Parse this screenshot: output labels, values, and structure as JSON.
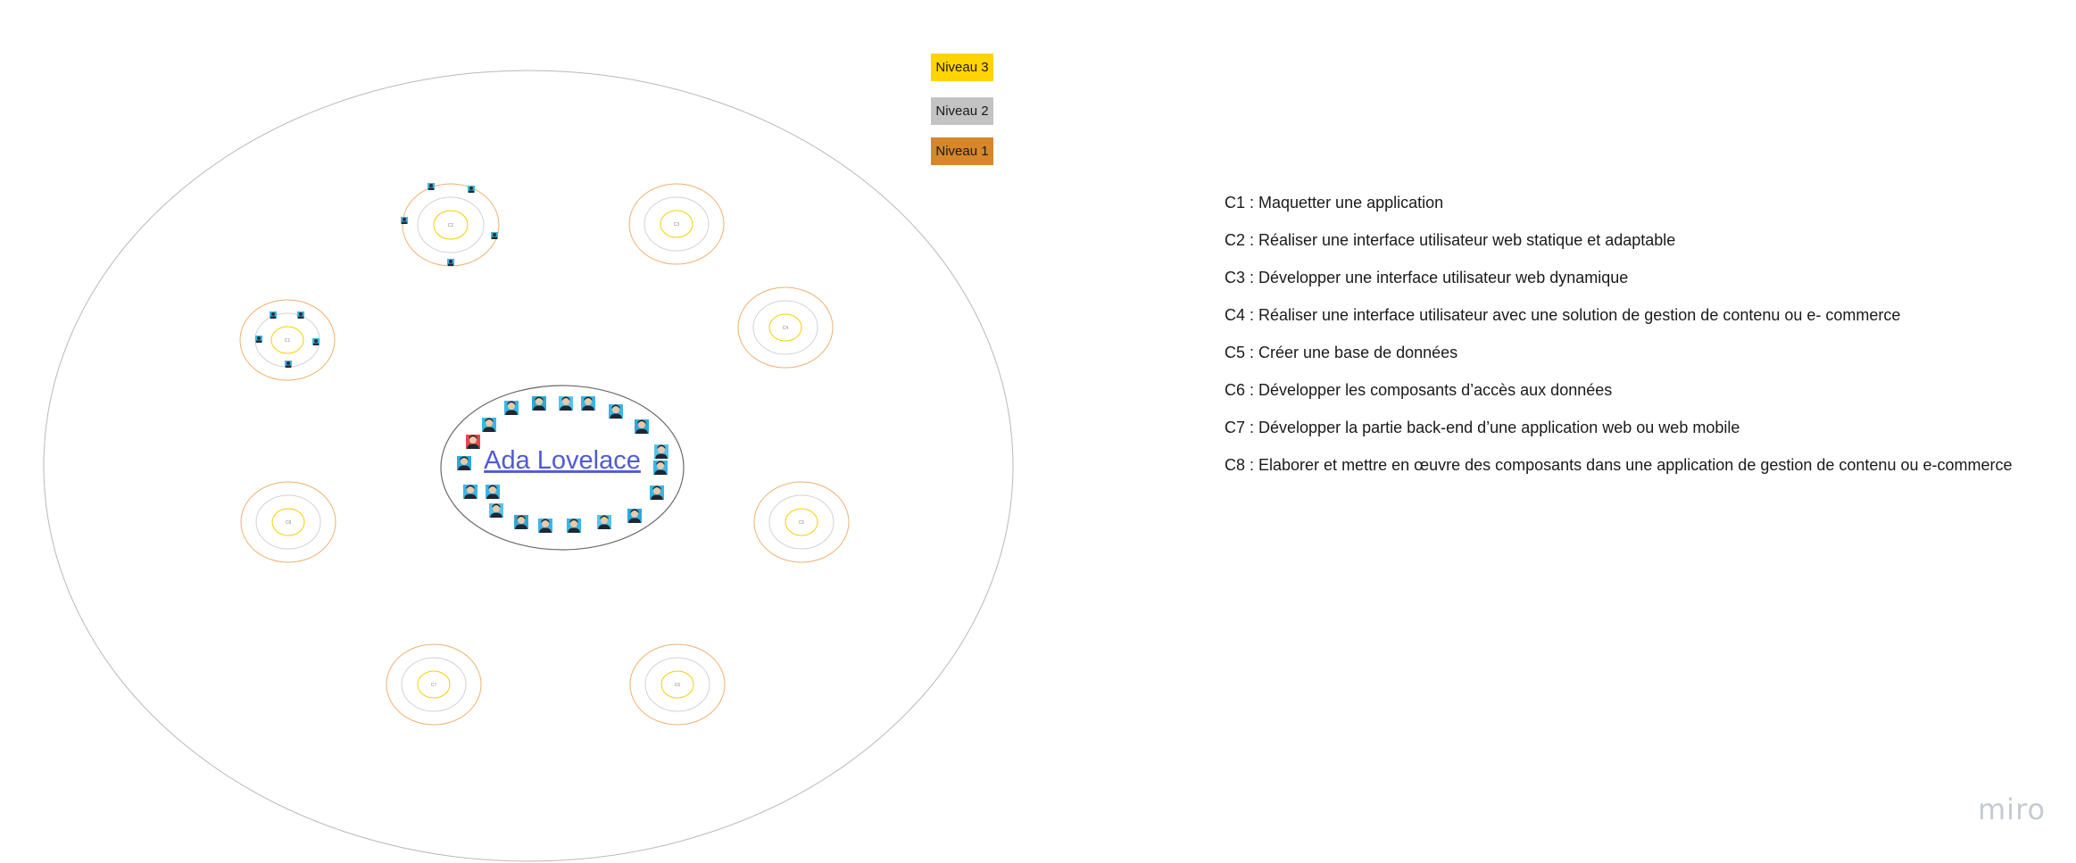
{
  "board": {
    "title": "Ada Lovelace",
    "levels": [
      {
        "label": "Niveau 3",
        "color": "#ffd400"
      },
      {
        "label": "Niveau 2",
        "color": "#c3c3c3"
      },
      {
        "label": "Niveau 1",
        "color": "#d6862b"
      }
    ],
    "competencies": [
      {
        "code": "C1",
        "text": "C1 : Maquetter une application"
      },
      {
        "code": "C2",
        "text": "C2 : Réaliser une interface utilisateur web statique et adaptable"
      },
      {
        "code": "C3",
        "text": "C3 : Développer une interface utilisateur web dynamique"
      },
      {
        "code": "C4",
        "text": "C4 : Réaliser une interface utilisateur avec une solution de gestion de contenu ou e- commerce"
      },
      {
        "code": "C5",
        "text": "C5 : Créer une base de données"
      },
      {
        "code": "C6",
        "text": "C6 : Développer les composants d’accès aux données"
      },
      {
        "code": "C7",
        "text": "C7 : Développer la partie back-end d’une application web ou web mobile"
      },
      {
        "code": "C8",
        "text": "C8 : Elaborer et mettre en œuvre des composants dans une application de gestion de contenu ou e-commerce"
      }
    ],
    "targets": [
      {
        "label": "C2"
      },
      {
        "label": "C3"
      },
      {
        "label": "C4"
      },
      {
        "label": "C5"
      },
      {
        "label": "C6"
      },
      {
        "label": "C7"
      },
      {
        "label": "C8"
      },
      {
        "label": "C1"
      }
    ],
    "logo": "miro"
  }
}
